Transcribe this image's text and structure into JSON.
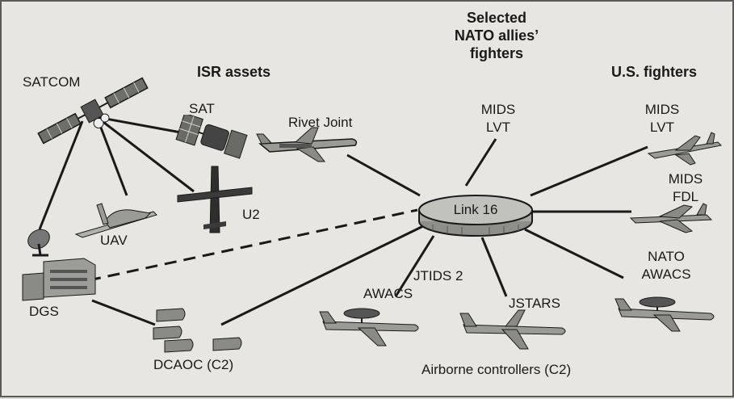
{
  "headers": {
    "isr": "ISR assets",
    "nato_line1": "Selected",
    "nato_line2": "NATO allies’",
    "nato_line3": "fighters",
    "us": "U.S. fighters"
  },
  "labels": {
    "satcom": "SATCOM",
    "sat": "SAT",
    "rivet_joint": "Rivet Joint",
    "uav": "UAV",
    "u2": "U2",
    "dgs": "DGS",
    "dcaoc": "DCAOC (C2)",
    "link16": "Link 16",
    "mids_lvt_nato_1": "MIDS",
    "mids_lvt_nato_2": "LVT",
    "mids_lvt_us_1": "MIDS",
    "mids_lvt_us_2": "LVT",
    "mids_fdl_1": "MIDS",
    "mids_fdl_2": "FDL",
    "jtids2": "JTIDS 2",
    "awacs": "AWACS",
    "jstars": "JSTARS",
    "nato_awacs_1": "NATO",
    "nato_awacs_2": "AWACS",
    "airborne_controllers": "Airborne controllers (C2)"
  },
  "colors": {
    "background": "#e7e6e2",
    "line": "#1a1a1a",
    "hub_fill": "#b9b9b4",
    "aircraft": "#9a9a96"
  },
  "icons": [
    "satellite-icon",
    "spy-satellite-icon",
    "rivet-joint-aircraft-icon",
    "uav-icon",
    "u2-aircraft-icon",
    "satellite-dish-icon",
    "building-icon",
    "dcaoc-shelters-icon",
    "f16-fighter-icon",
    "f15-fighter-icon",
    "awacs-aircraft-icon",
    "jstars-aircraft-icon",
    "nato-awacs-aircraft-icon"
  ]
}
